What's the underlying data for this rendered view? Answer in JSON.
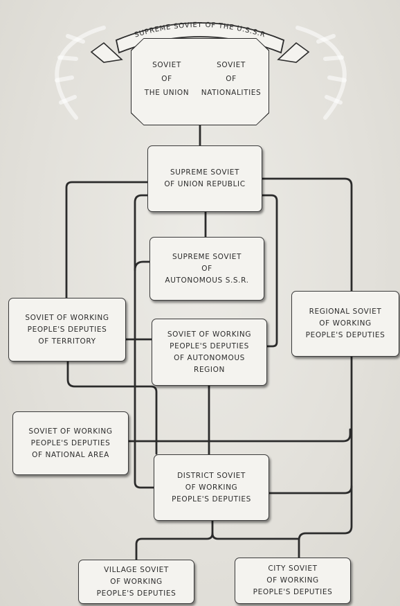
{
  "emblem": {
    "banner": "SUPREME SOVIET OF THE U.S.S.R",
    "left_chamber": [
      "SOVIET",
      "OF",
      "THE UNION"
    ],
    "right_chamber": [
      "SOVIET",
      "OF",
      "NATIONALITIES"
    ]
  },
  "nodes": {
    "union_republic": [
      "SUPREME SOVIET",
      "OF UNION REPUBLIC"
    ],
    "autonomous_ssr": [
      "SUPREME SOVIET",
      "OF",
      "AUTONOMOUS S.S.R."
    ],
    "territory": [
      "SOVIET OF WORKING",
      "PEOPLE'S DEPUTIES",
      "OF TERRITORY"
    ],
    "regional": [
      "REGIONAL SOVIET",
      "OF WORKING",
      "PEOPLE'S DEPUTIES"
    ],
    "autonomous_region": [
      "SOVIET OF WORKING",
      "PEOPLE'S DEPUTIES",
      "OF AUTONOMOUS",
      "REGION"
    ],
    "national_area": [
      "SOVIET OF WORKING",
      "PEOPLE'S DEPUTIES",
      "OF NATIONAL AREA"
    ],
    "district": [
      "DISTRICT SOVIET",
      "OF WORKING",
      "PEOPLE'S DEPUTIES"
    ],
    "village": [
      "VILLAGE SOVIET",
      "OF WORKING",
      "PEOPLE'S DEPUTIES"
    ],
    "city": [
      "CITY SOVIET",
      "OF WORKING",
      "PEOPLE'S DEPUTIES"
    ]
  },
  "colors": {
    "paper": "#e4e2dc",
    "box_fill": "#f4f3ef",
    "line": "#2b2b2b"
  }
}
